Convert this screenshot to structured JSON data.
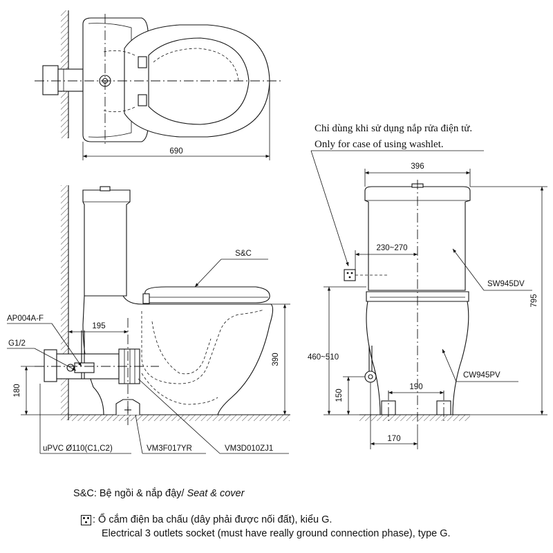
{
  "top_view": {
    "width_dim": "690"
  },
  "side_view": {
    "label_sc": "S&C",
    "label_ap": "AP004A-F",
    "label_g": "G1/2",
    "dim_195": "195",
    "dim_390": "390",
    "dim_180": "180",
    "label_upvc": "uPVC Ø110(C1,C2)",
    "label_vm3f": "VM3F017YR",
    "label_vm3d": "VM3D010ZJ1"
  },
  "front_view": {
    "note_vi": "Chỉ dùng khi sử dụng nắp rửa điện tử.",
    "note_en": "Only for case of using washlet.",
    "dim_396": "396",
    "dim_230_270": "230~270",
    "label_sw": "SW945DV",
    "dim_795": "795",
    "dim_460_510": "460~510",
    "label_cw": "CW945PV",
    "dim_190": "190",
    "dim_150": "150",
    "dim_170": "170"
  },
  "legend": {
    "sc_prefix": "S&C: Bệ ngồi & nắp đậy/ ",
    "sc_italic": "Seat & cover",
    "socket_vi": ": Ổ cắm điện ba chấu (dây phải được nối đất), kiểu G.",
    "socket_en": "Electrical 3 outlets socket (must have really ground connection phase), type G."
  }
}
